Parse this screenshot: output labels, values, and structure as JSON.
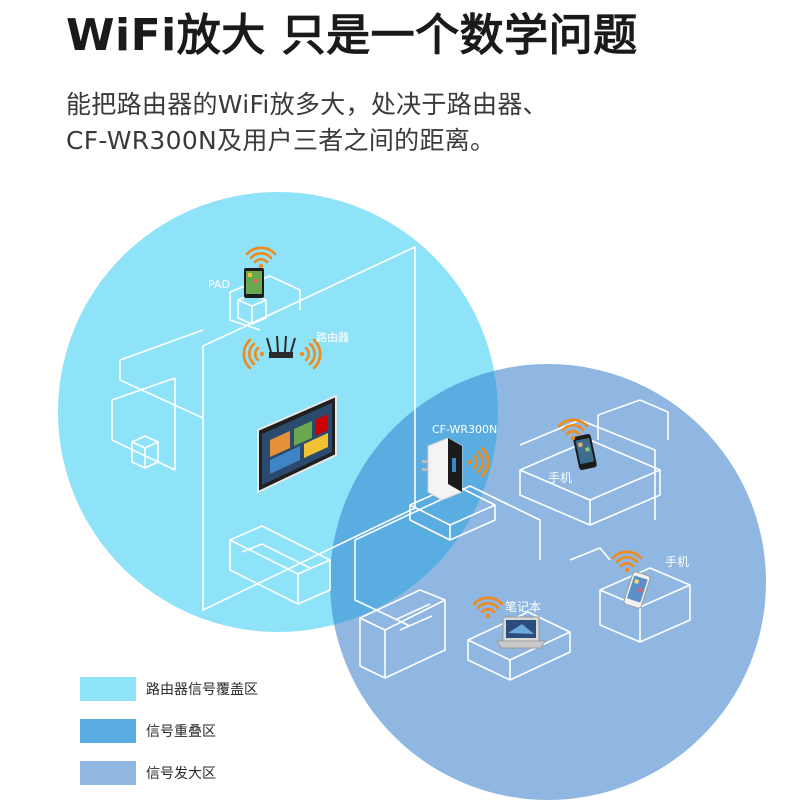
{
  "title": "WiFi放大 只是一个数学问题",
  "subtitle_line1": "能把路由器的WiFi放多大，处决于路由器、",
  "subtitle_line2": "CF-WR300N及用户三者之间的距离。",
  "labels": {
    "pad": "PAD",
    "router": "路由器",
    "extender": "CF-WR300N",
    "phone1": "手机",
    "phone2": "手机",
    "laptop": "笔记本"
  },
  "legend": [
    {
      "label": "路由器信号覆盖区",
      "color": "#8fe3f9"
    },
    {
      "label": "信号重叠区",
      "color": "#5aade0"
    },
    {
      "label": "信号发大区",
      "color": "#8fb7e2"
    }
  ],
  "colors": {
    "router_zone": "#8fe3f9",
    "overlap_zone": "#5aade0",
    "extended_zone": "#8fb7e2",
    "signal": "#f08a1c"
  },
  "icons": {
    "wifi": "wifi-signal-icon",
    "router": "router-icon",
    "tv": "tv-icon",
    "tablet": "tablet-icon",
    "phone": "phone-icon",
    "laptop": "laptop-icon",
    "extender": "extender-icon"
  }
}
